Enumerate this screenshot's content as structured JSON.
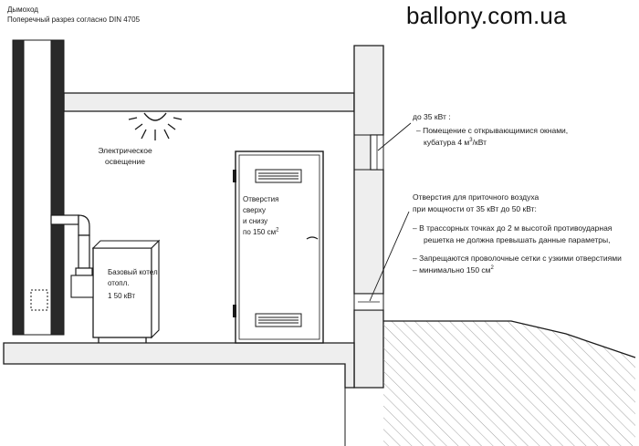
{
  "watermark": "ballony.com.ua",
  "chimney": {
    "title": "Дымоход",
    "subtitle": "Поперечный разрез согласно DIN 4705"
  },
  "lighting": {
    "line1": "Электрическое",
    "line2": "освещение"
  },
  "boiler": {
    "line1": "Базовый котел",
    "line2": "отопл.",
    "line3": "1 50 кВт"
  },
  "door": {
    "line1": "Отверстия",
    "line2": "сверху",
    "line3": "и снизу",
    "line4": "по 150 см",
    "line4_sup": "2"
  },
  "window_note": {
    "line1": "до 35 кВт :",
    "line2": "– Помещение с открывающимися окнами,",
    "line3": "кубатура 4 м",
    "line3_sup": "3",
    "line3_tail": "/кВт"
  },
  "vent_note": {
    "line1": "Отверстия для приточного воздуха",
    "line2": "при мощности от 35 кВт до 50 кВт:",
    "line3": "– В  трассорных точках до 2 м высотой противоударная",
    "line4": "решетка не должна превышать данные параметры,",
    "line5": "– Запрещаются проволочные сетки с узкими отверстиями",
    "line6": "– минимально 150 см",
    "line6_sup": "2"
  },
  "colors": {
    "ink": "#1a1a1a",
    "wall_fill": "#ececec",
    "hatch": "#bdbdbd",
    "chimney_fill": "#2a2a2a"
  }
}
